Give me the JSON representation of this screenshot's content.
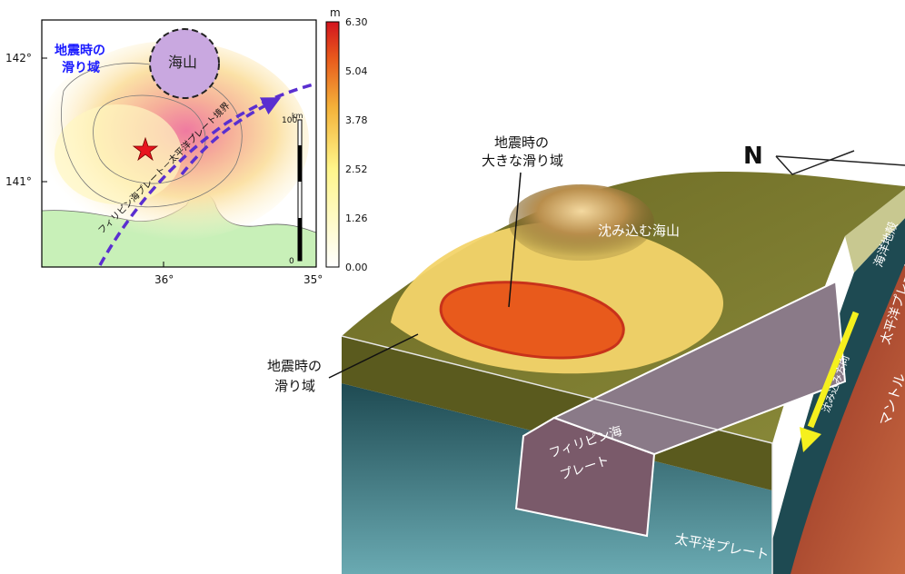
{
  "inset_map": {
    "slip_area_label_line1": "地震時の",
    "slip_area_label_line2": "滑り域",
    "seamount_label": "海山",
    "boundary_label": "フィリピン海プレート－太平洋プレート境界",
    "lat_ticks": [
      "142°",
      "141°"
    ],
    "lon_ticks": [
      "36°",
      "35°"
    ],
    "scale_unit": "km",
    "scale_top": "100",
    "scale_bottom": "0",
    "colorbar_unit": "m",
    "colorbar_ticks": [
      "6.30",
      "5.04",
      "3.78",
      "2.52",
      "1.26",
      "0.00"
    ],
    "colors": {
      "slip_label": "#1a1aff",
      "boundary_line": "#5a2fd0",
      "epicenter": "#e8141e",
      "seamount_fill": "#c9a8e0"
    }
  },
  "block_diagram": {
    "north_label": "N",
    "large_slip_line1": "地震時の",
    "large_slip_line2": "大きな滑り域",
    "seamount_label": "沈み込む海山",
    "slip_area_line1": "地震時の",
    "slip_area_line2": "滑り域",
    "oceanic_crust_label": "海洋地殻",
    "pacific_plate_side_label": "太平洋プレート",
    "mantle_label": "マントル",
    "subduction_label": "沈み込み方向",
    "philippine_line1": "フィリピン海",
    "philippine_line2": "プレート",
    "pacific_plate_label": "太平洋プレート",
    "colors": {
      "arrow": "#f5f01e",
      "large_slip": "#e85a1c",
      "slip_area": "#f3d46a"
    }
  }
}
